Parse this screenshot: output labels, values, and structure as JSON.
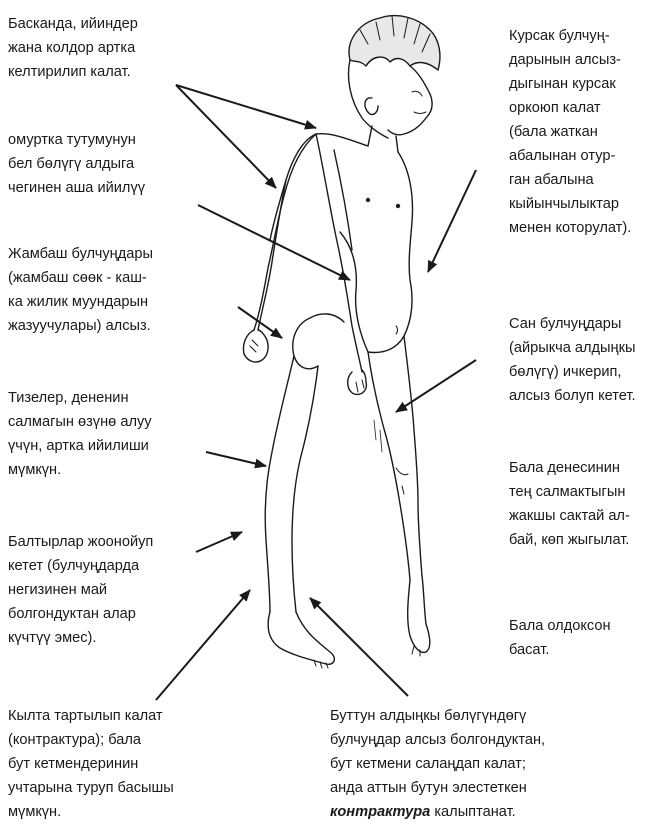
{
  "labels": {
    "back": [
      "Басканда, ийиндер",
      "жана колдор артка",
      "келтирилип калат."
    ],
    "spine": [
      "омуртка тутумунун",
      "бел бөлүгү алдыга",
      "чегинен аша ийилүү"
    ],
    "hip": [
      "Жамбаш булчуңдары",
      "(жамбаш сөөк - каш-",
      "ка жилик муундарын",
      "жазуучулары) алсыз."
    ],
    "knees": [
      "Тизелер, дененин",
      "салмагын өзүнө алуу",
      "үчүн, артка ийилиши",
      "мүмкүн."
    ],
    "calves": [
      "Балтырлар жоонойуп",
      "кетет (булчуңдарда",
      "негизинен май",
      "болгондуктан алар",
      "күчтүү эмес)."
    ],
    "heel": [
      "Кылта тартылып калат",
      "(контрактура); бала",
      "бут кетмендеринин",
      "учтарына туруп басышы",
      "мүмкүн."
    ],
    "belly": [
      "Курсак булчуң-",
      "дарынын алсыз-",
      "дыгынан курсак",
      "оркоюп калат",
      "(бала жаткан",
      "абалынан отур-",
      "ган абалына",
      "кыйынчылыктар",
      "менен которулат)."
    ],
    "thigh": [
      "Сан булчуңдары",
      "(айрыкча алдыңкы",
      "бөлүгү) ичкерип,",
      "алсыз болуп кетет."
    ],
    "balance": [
      "Бала денесинин",
      "тең салмактыгын",
      "жакшы сактай ал-",
      "бай, көп жыгылат."
    ],
    "waddle": [
      "Бала олдоксон",
      "басат."
    ],
    "foot": {
      "lines": [
        "Буттун алдыңкы бөлүгүндөгү",
        "булчуңдар алсыз болгондуктан,",
        "бут кетмени салаңдап калат;",
        "анда аттын бутун элестеткен"
      ],
      "term": "контрактура",
      "tail": " калыптанат."
    }
  },
  "colors": {
    "ink": "#1a1a1a",
    "background": "#ffffff"
  }
}
